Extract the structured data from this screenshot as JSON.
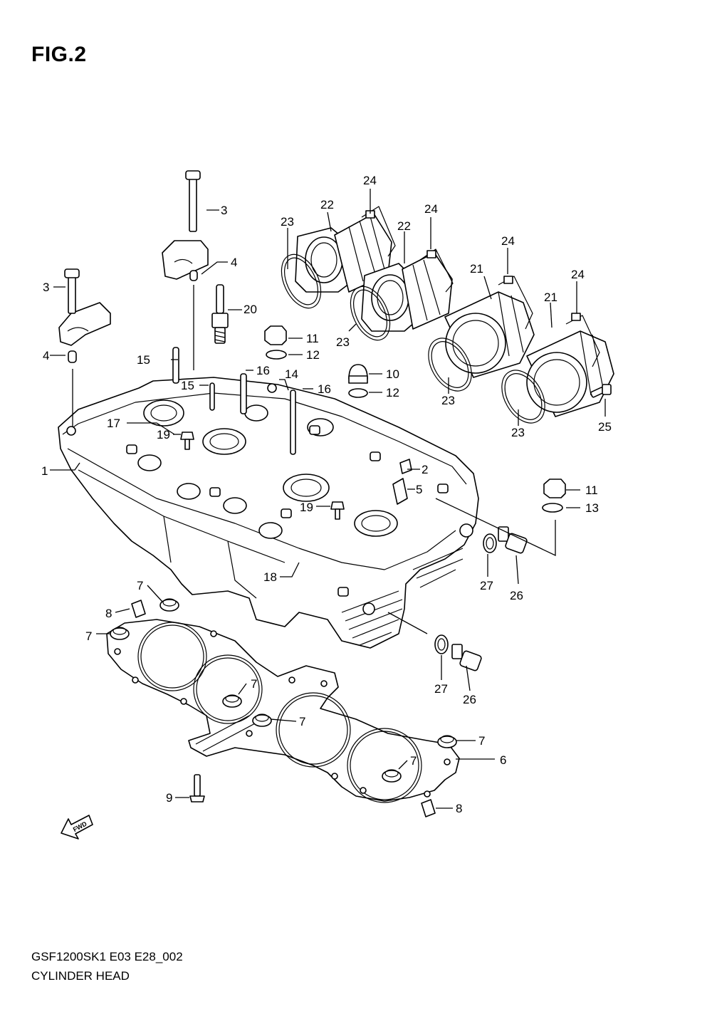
{
  "figure_title": "FIG.2",
  "model_code": "GSF1200SK1 E03 E28_002",
  "section_name": "CYLINDER HEAD",
  "fwd_arrow_label": "FWD",
  "callouts": [
    {
      "id": "c1",
      "text": "1"
    },
    {
      "id": "c2",
      "text": "2"
    },
    {
      "id": "c3a",
      "text": "3"
    },
    {
      "id": "c3b",
      "text": "3"
    },
    {
      "id": "c4a",
      "text": "4"
    },
    {
      "id": "c4b",
      "text": "4"
    },
    {
      "id": "c5",
      "text": "5"
    },
    {
      "id": "c6",
      "text": "6"
    },
    {
      "id": "c7a",
      "text": "7"
    },
    {
      "id": "c7b",
      "text": "7"
    },
    {
      "id": "c7c",
      "text": "7"
    },
    {
      "id": "c7d",
      "text": "7"
    },
    {
      "id": "c7e",
      "text": "7"
    },
    {
      "id": "c7f",
      "text": "7"
    },
    {
      "id": "c8a",
      "text": "8"
    },
    {
      "id": "c8b",
      "text": "8"
    },
    {
      "id": "c9",
      "text": "9"
    },
    {
      "id": "c10",
      "text": "10"
    },
    {
      "id": "c11a",
      "text": "11"
    },
    {
      "id": "c11b",
      "text": "11"
    },
    {
      "id": "c12a",
      "text": "12"
    },
    {
      "id": "c12b",
      "text": "12"
    },
    {
      "id": "c13",
      "text": "13"
    },
    {
      "id": "c14",
      "text": "14"
    },
    {
      "id": "c15a",
      "text": "15"
    },
    {
      "id": "c15b",
      "text": "15"
    },
    {
      "id": "c16a",
      "text": "16"
    },
    {
      "id": "c16b",
      "text": "16"
    },
    {
      "id": "c17",
      "text": "17"
    },
    {
      "id": "c18",
      "text": "18"
    },
    {
      "id": "c19a",
      "text": "19"
    },
    {
      "id": "c19b",
      "text": "19"
    },
    {
      "id": "c20",
      "text": "20"
    },
    {
      "id": "c21a",
      "text": "21"
    },
    {
      "id": "c21b",
      "text": "21"
    },
    {
      "id": "c22a",
      "text": "22"
    },
    {
      "id": "c22b",
      "text": "22"
    },
    {
      "id": "c23a",
      "text": "23"
    },
    {
      "id": "c23b",
      "text": "23"
    },
    {
      "id": "c23c",
      "text": "23"
    },
    {
      "id": "c23d",
      "text": "23"
    },
    {
      "id": "c24a",
      "text": "24"
    },
    {
      "id": "c24b",
      "text": "24"
    },
    {
      "id": "c24c",
      "text": "24"
    },
    {
      "id": "c24d",
      "text": "24"
    },
    {
      "id": "c25",
      "text": "25"
    },
    {
      "id": "c26a",
      "text": "26"
    },
    {
      "id": "c26b",
      "text": "26"
    },
    {
      "id": "c27a",
      "text": "27"
    },
    {
      "id": "c27b",
      "text": "27"
    }
  ]
}
